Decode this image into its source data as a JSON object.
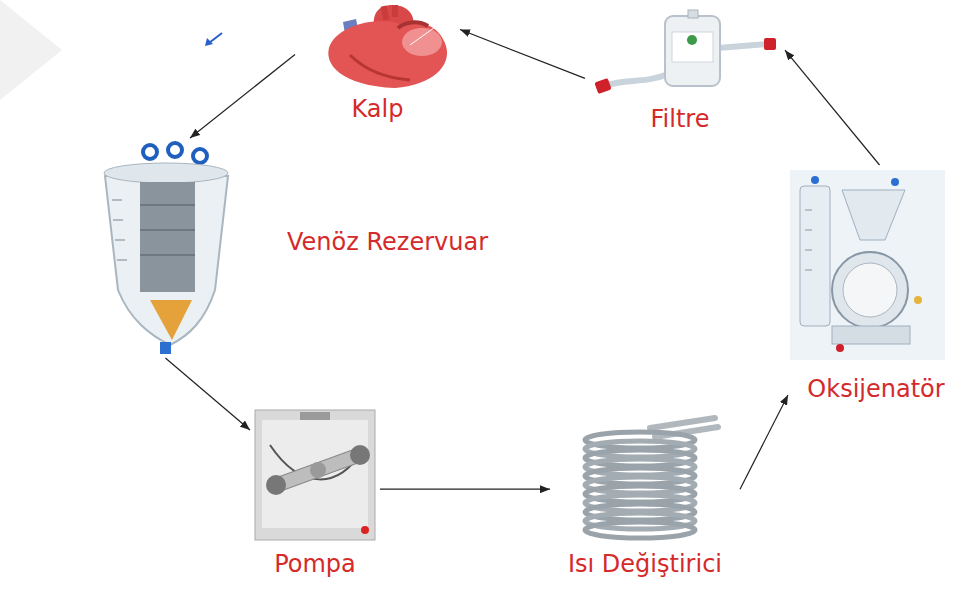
{
  "diagram": {
    "nodes": [
      {
        "text": [
          "Kalp"
        ]
      },
      {
        "text": [
          "Filtre"
        ]
      },
      {
        "text": [
          "Venöz Rezervuar"
        ]
      },
      {
        "text": [
          "Oksijenatör"
        ]
      },
      {
        "text": [
          "Pompa"
        ]
      },
      {
        "text": [
          "Isı Değiştirici"
        ]
      }
    ],
    "edges": [
      {
        "from": 0,
        "to": 2,
        "arrow": "to"
      },
      {
        "from": 2,
        "to": 4,
        "arrow": "to"
      },
      {
        "from": 4,
        "to": 5,
        "arrow": "to"
      },
      {
        "from": 5,
        "to": 3,
        "arrow": "to"
      },
      {
        "from": 3,
        "to": 1,
        "arrow": "to"
      },
      {
        "from": 1,
        "to": 0,
        "arrow": "to"
      }
    ]
  }
}
